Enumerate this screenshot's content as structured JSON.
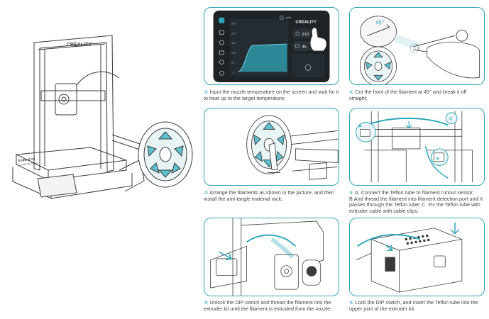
{
  "printer": {
    "brand": "CREALITY",
    "model": "Ender-3 V3",
    "submodel": "CoreXZ 3D Printer"
  },
  "steps": [
    {
      "num": "①",
      "text": "Input the nozzle temperature on the screen and wait for it to heat up to the target temperature;"
    },
    {
      "num": "②",
      "text": "Cut the front of the filament at 45° and break it off straight;"
    },
    {
      "num": "③",
      "text": "Arrange the filaments as shown in the picture, and then install the anti-tangle material rack;"
    },
    {
      "num": "④",
      "text": "A. Connect the Teflon tube to filament runout sensor; B.And thread the filament into filament detection port until it passes through the Teflon tube; C. Fix the Teflon tube with extruder cable with cable clips."
    },
    {
      "num": "⑤",
      "text": "Unlock the DIP switch and thread the filament into the extruder kit until the filament is extruded from the nozzle;"
    },
    {
      "num": "⑥",
      "text": "Lock the DIP switch, and insert the Teflon tube into the upper joint of the extruder kit."
    }
  ],
  "screen": {
    "brand": "CREALITY",
    "nozzle_temp": "210",
    "bed_temp": "45",
    "y_ticks": [
      "260",
      "200",
      "150",
      "100",
      "50",
      "0"
    ]
  },
  "angle_label": "45°",
  "labels": {
    "a": "A",
    "b": "B",
    "c": "C"
  },
  "colors": {
    "accent": "#2fa6b8",
    "screen_bg": "#1d2327",
    "line": "#3a3a3a"
  }
}
